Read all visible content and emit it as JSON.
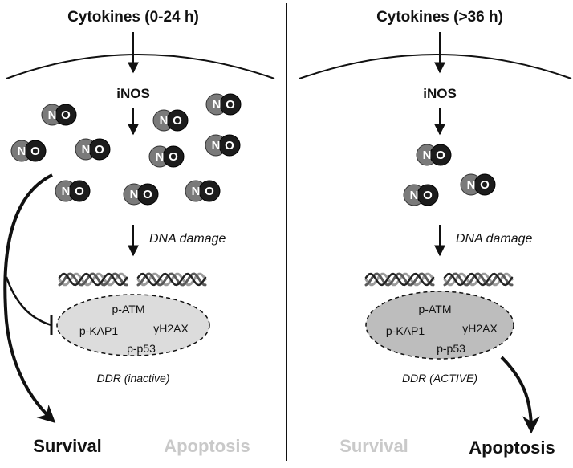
{
  "left": {
    "title": "Cytokines (0-24 h)",
    "enzyme": "iNOS",
    "dna_label": "DNA damage",
    "proteins": [
      "p-ATM",
      "p-KAP1",
      "γH2AX",
      "p-p53"
    ],
    "ddr_label": "DDR (inactive)",
    "outcome_1": "Survival",
    "outcome_2": "Apoptosis"
  },
  "right": {
    "title": "Cytokines (>36 h)",
    "enzyme": "iNOS",
    "dna_label": "DNA damage",
    "proteins": [
      "p-ATM",
      "p-KAP1",
      "γH2AX",
      "p-p53"
    ],
    "ddr_label": "DDR (ACTIVE)",
    "outcome_1": "Survival",
    "outcome_2": "Apoptosis"
  },
  "molecule": {
    "atom_1": "N",
    "atom_2": "O"
  },
  "colors": {
    "active": "#111111",
    "faded": "#c9c9c9",
    "nitrogen": "#7a7a7a",
    "oxygen": "#1c1c1c",
    "ddr_inactive_fill": "#dcdcdc",
    "ddr_active_fill": "#bdbdbd"
  }
}
